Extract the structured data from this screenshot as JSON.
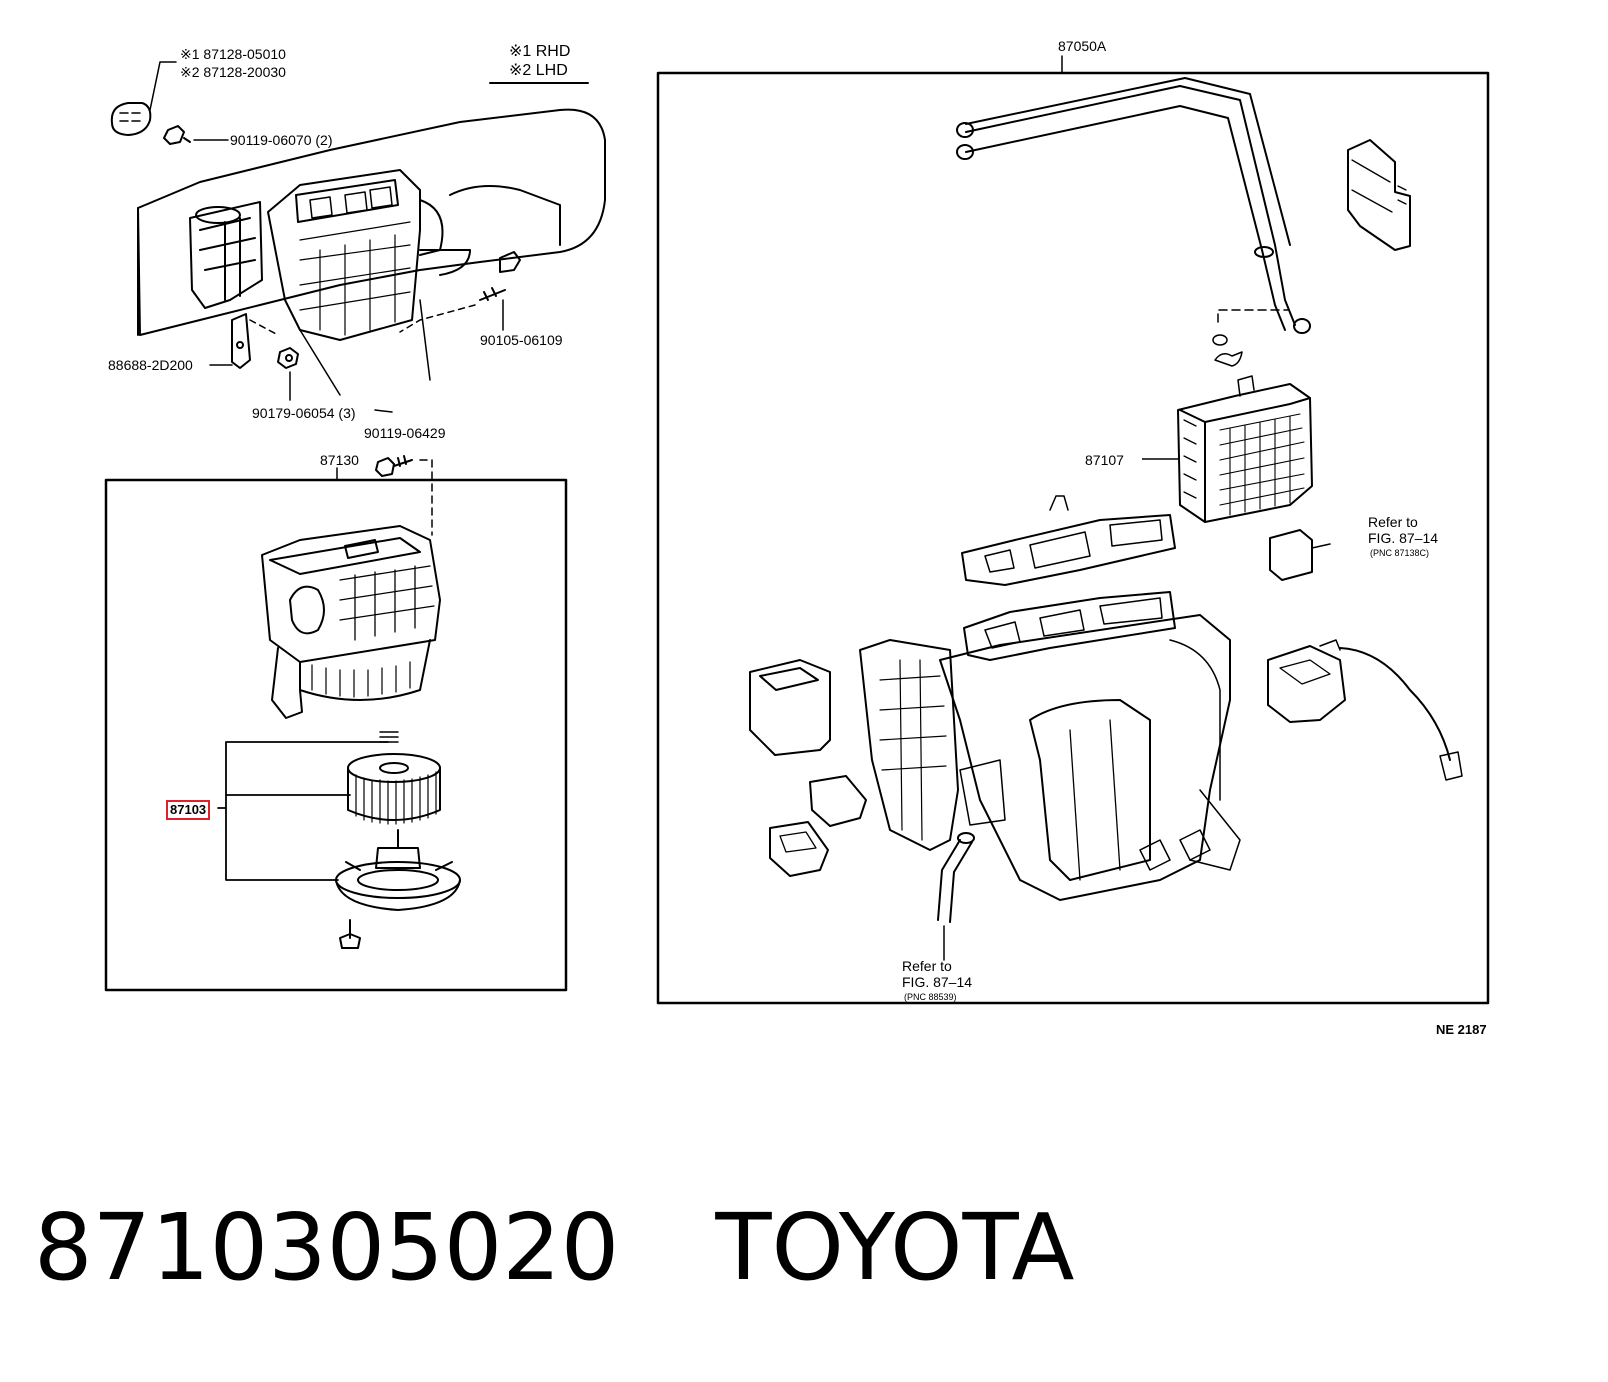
{
  "legend": {
    "star1_part": "※1 87128-05010",
    "star2_part": "※2 87128-20030",
    "star1_side": "※1 RHD",
    "star2_side": "※2 LHD"
  },
  "labels": {
    "bolt_90119_06070": "90119-06070 (2)",
    "bracket_88688": "88688-2D200",
    "nut_90179": "90179-06054 (3)",
    "bolt_90105": "90105-06109",
    "screw_90119_06429": "90119-06429",
    "blower_assy": "87130",
    "fan_motor": "87103",
    "unit_assy": "87050A",
    "heater_core": "87107",
    "refer1_line1": "Refer to",
    "refer1_line2": "FIG. 87–14",
    "refer1_pnc": "(PNC 87138C)",
    "refer2_line1": "Refer to",
    "refer2_line2": "FIG. 87–14",
    "refer2_pnc": "(PNC 88539)",
    "figure_code": "NE 2187"
  },
  "footer": {
    "part_number": "8710305020",
    "brand": "TOYOTA"
  },
  "colors": {
    "line": "#000000",
    "highlight": "#e0202a",
    "background": "#ffffff"
  }
}
